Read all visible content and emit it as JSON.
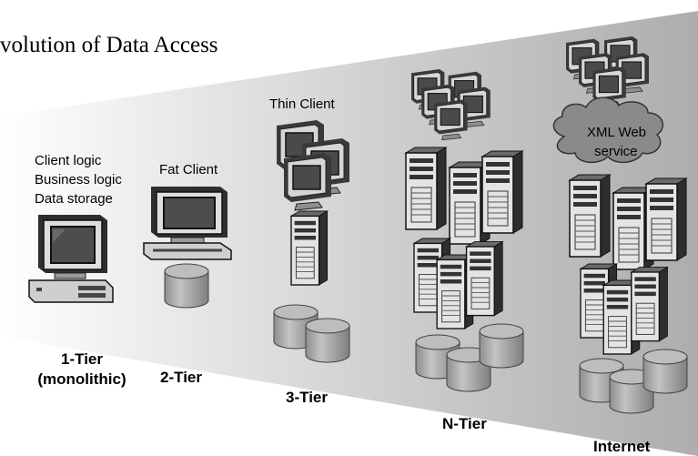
{
  "title": "volution of Data Access",
  "labels": {
    "monolithic_lines": [
      "Client logic",
      "Business logic",
      "Data storage"
    ],
    "fat_client": "Fat Client",
    "thin_client": "Thin Client",
    "xml_web_service": [
      "XML Web",
      "service"
    ]
  },
  "tiers": {
    "one_tier": [
      "1-Tier",
      "(monolithic)"
    ],
    "two_tier": "2-Tier",
    "three_tier": "3-Tier",
    "n_tier": "N-Tier",
    "internet": "Internet"
  },
  "colors": {
    "background_light": "#ffffff",
    "background_dark": "#b3b3b3",
    "device_dark": "#3a3a3a",
    "device_mid": "#9a9a9a",
    "device_light": "#d0d0d0",
    "cylinder": "#a8a8a8"
  },
  "icons": [
    "desktop-computer-icon",
    "crt-monitor-icon",
    "server-tower-icon",
    "database-cylinder-icon",
    "cloud-icon"
  ]
}
